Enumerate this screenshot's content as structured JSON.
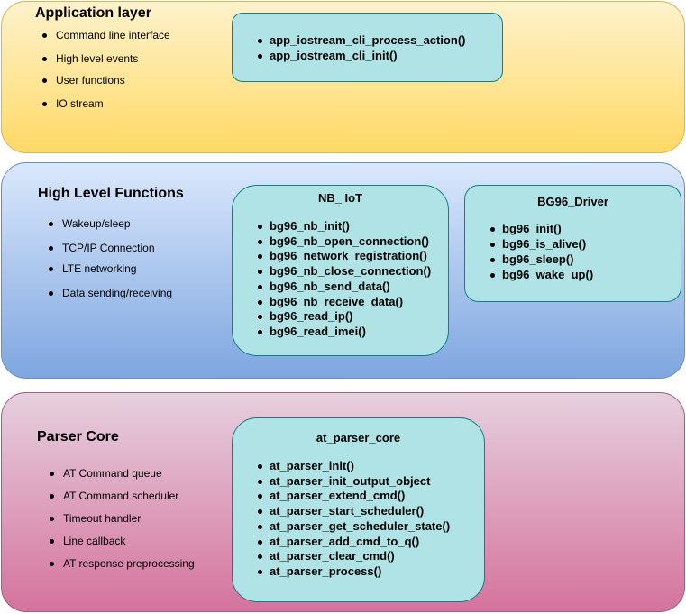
{
  "application_layer": {
    "title": "Application layer",
    "features": [
      "Command line interface",
      "High level events",
      "User functions",
      "IO stream"
    ],
    "functions": [
      "app_iostream_cli_process_action()",
      "app_iostream_cli_init()"
    ]
  },
  "high_level_functions": {
    "title": "High Level Functions",
    "features": [
      "Wakeup/sleep",
      "TCP/IP Connection",
      "LTE networking",
      "Data sending/receiving"
    ],
    "nb_iot": {
      "title": "NB_ IoT",
      "functions": [
        "bg96_nb_init()",
        "bg96_nb_open_connection()",
        "bg96_network_registration()",
        "bg96_nb_close_connection()",
        "bg96_nb_send_data()",
        "bg96_nb_receive_data()",
        "bg96_read_ip()",
        "bg96_read_imei()"
      ]
    },
    "bg96_driver": {
      "title": "BG96_Driver",
      "functions": [
        "bg96_init()",
        "bg96_is_alive()",
        "bg96_sleep()",
        "bg96_wake_up()"
      ]
    }
  },
  "parser_core": {
    "title": "Parser Core",
    "features": [
      "AT Command queue",
      "AT Command scheduler",
      "Timeout handler",
      "Line callback",
      "AT response preprocessing"
    ],
    "box": {
      "title": "at_parser_core",
      "functions": [
        "at_parser_init()",
        "at_parser_init_output_object",
        "at_parser_extend_cmd()",
        "at_parser_start_scheduler()",
        "at_parser_get_scheduler_state()",
        "at_parser_add_cmd_to_q()",
        "at_parser_clear_cmd()",
        "at_parser_process()"
      ]
    }
  }
}
